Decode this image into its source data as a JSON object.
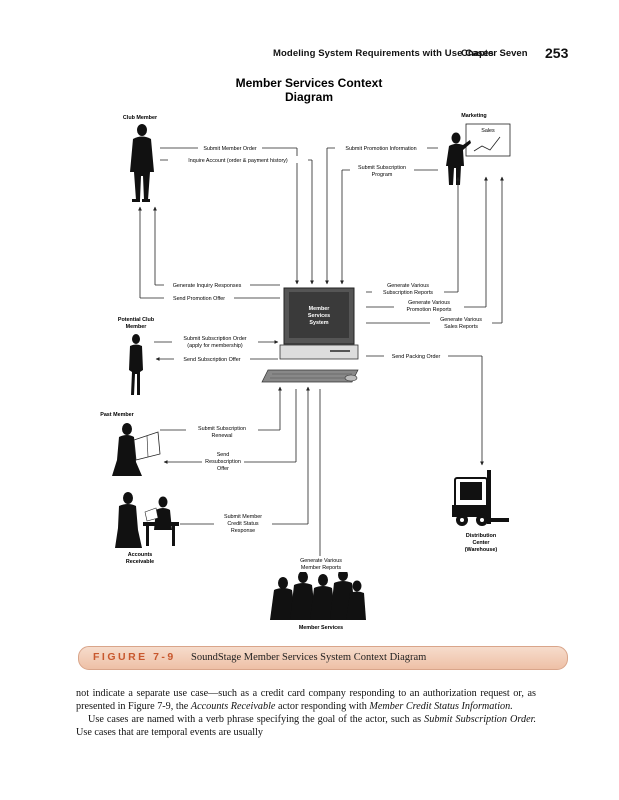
{
  "header": {
    "running_title": "Modeling System Requirements with Use Cases",
    "chapter": "Chapter Seven",
    "page_number": "253"
  },
  "diagram": {
    "title_line1": "Member Services Context",
    "title_line2": "Diagram",
    "system": {
      "line1": "Member",
      "line2": "Services",
      "line3": "System"
    },
    "actors": {
      "club_member": "Club Member",
      "marketing": "Marketing",
      "sales_chart": "Sales",
      "potential_club_member_1": "Potential Club",
      "potential_club_member_2": "Member",
      "past_member": "Past Member",
      "accounts_receivable_1": "Accounts",
      "accounts_receivable_2": "Receivable",
      "distribution_center_1": "Distribution",
      "distribution_center_2": "Center",
      "distribution_center_3": "(Warehouse)",
      "member_services": "Member Services"
    },
    "flows": {
      "submit_member_order": "Submit Member Order",
      "inquire_account": "Inquire Account (order & payment history)",
      "submit_promotion_info": "Submit Promotion Information",
      "submit_subscription_program_1": "Submit Subscription",
      "submit_subscription_program_2": "Program",
      "generate_inquiry_responses": "Generate Inquiry Responses",
      "send_promotion_offer": "Send Promotion Offer",
      "gen_subscription_reports_1": "Generate Various",
      "gen_subscription_reports_2": "Subscription Reports",
      "gen_promotion_reports_1": "Generate Various",
      "gen_promotion_reports_2": "Promotion Reports",
      "gen_sales_reports_1": "Generate Various",
      "gen_sales_reports_2": "Sales Reports",
      "submit_subscription_order_1": "Submit Subscription Order",
      "submit_subscription_order_2": "(apply for membership)",
      "send_subscription_offer": "Send Subscription Offer",
      "send_packing_order": "Send Packing Order",
      "submit_subscription_renewal_1": "Submit Subscription",
      "submit_subscription_renewal_2": "Renewal",
      "send_resubscription_offer_1": "Send",
      "send_resubscription_offer_2": "Resubscription",
      "send_resubscription_offer_3": "Offer",
      "submit_credit_status_1": "Submit Member",
      "submit_credit_status_2": "Credit Status",
      "submit_credit_status_3": "Response",
      "gen_member_reports_1": "Generate Various",
      "gen_member_reports_2": "Member Reports"
    }
  },
  "caption": {
    "figure_label": "FIGURE 7-9",
    "text": "SoundStage Member Services System Context Diagram"
  },
  "body": {
    "p1_a": "not indicate a separate use case—such as a credit card company responding to an authorization request or, as presented in Figure 7-9, the ",
    "p1_b": "Accounts Receivable",
    "p1_c": " actor responding with ",
    "p1_d": "Member Credit Status Information.",
    "p2_a": "Use cases are named with a verb phrase specifying the goal of the actor, such as ",
    "p2_b": "Submit Subscription Order.",
    "p2_c": " Use cases that are temporal events are usually"
  }
}
